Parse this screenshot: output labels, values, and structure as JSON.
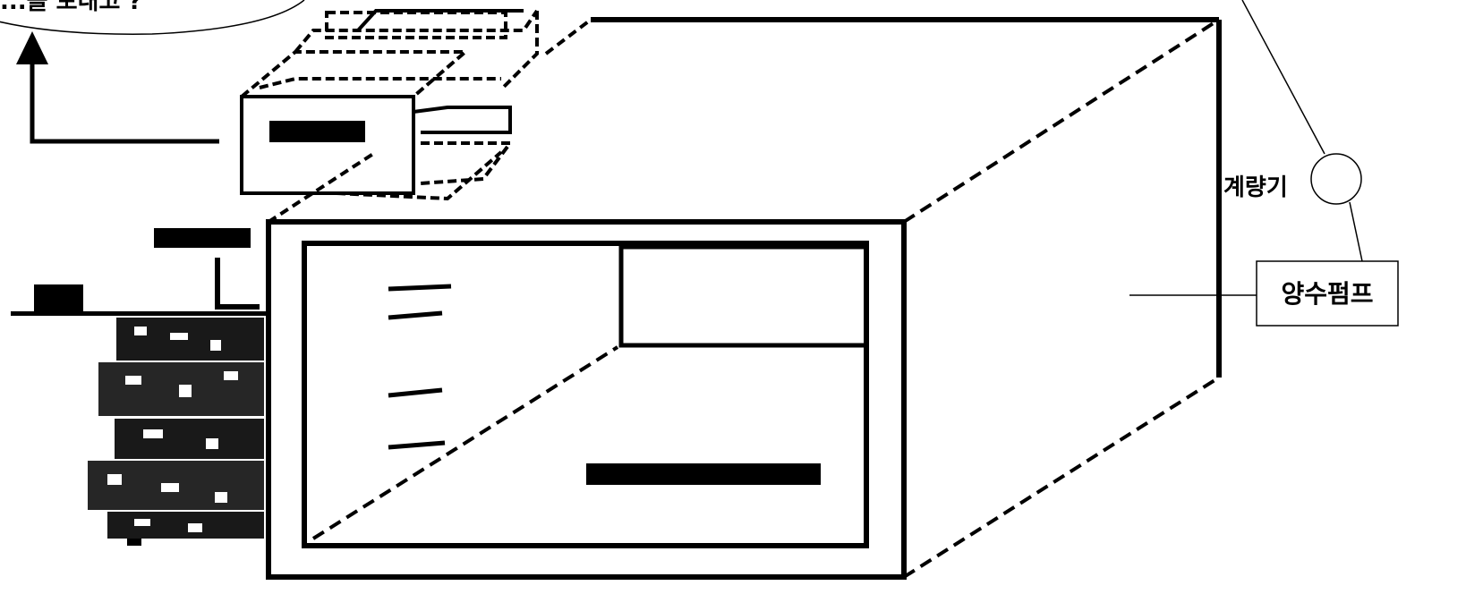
{
  "labels": {
    "top_left_partial": "...을 보내고 ?",
    "gauge": "계량기",
    "pump": "양수펌프"
  },
  "colors": {
    "ink": "#000000",
    "paper": "#ffffff"
  }
}
